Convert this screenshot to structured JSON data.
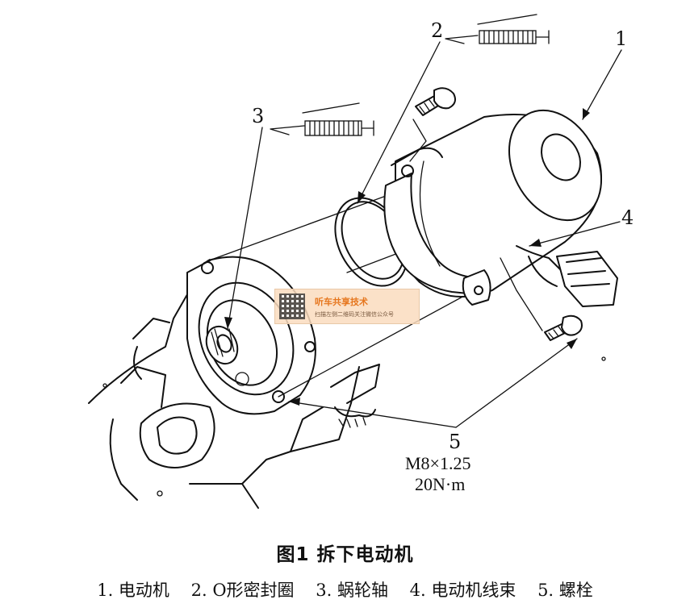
{
  "callouts": {
    "n1": "1",
    "n2": "2",
    "n3": "3",
    "n4": "4",
    "n5": "5"
  },
  "bolt_spec": {
    "thread": "M8×1.25",
    "torque": "20N·m"
  },
  "watermark": {
    "title": "听车共享技术",
    "subtitle": "扫描左侧二维码关注微信公众号"
  },
  "caption": {
    "title": "图1  拆下电动机",
    "legend": [
      "1. 电动机",
      "2. O形密封圈",
      "3. 蜗轮轴",
      "4. 电动机线束",
      "5. 螺栓"
    ]
  }
}
